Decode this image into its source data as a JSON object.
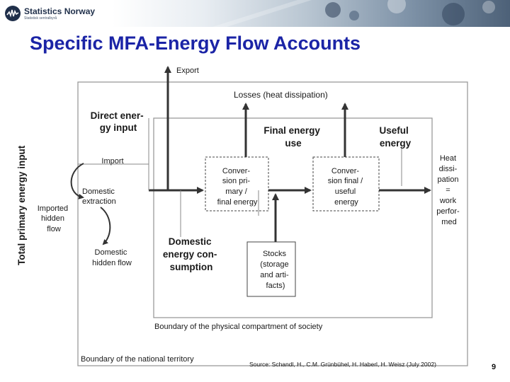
{
  "header": {
    "brand_name": "Statistics Norway",
    "brand_tagline": "Statistisk sentralbyrå",
    "title": "Specific MFA-Energy Flow Accounts"
  },
  "diagram": {
    "vertical_label": "Total primary energy input",
    "export": "Export",
    "losses": "Losses (heat dissipation)",
    "direct_energy_input": [
      "Direct ener-",
      "gy input"
    ],
    "final_energy_use": [
      "Final energy",
      "use"
    ],
    "useful_energy": [
      "Useful",
      "energy"
    ],
    "import": "Import",
    "domestic_extraction": [
      "Domestic",
      "extraction"
    ],
    "imported_hidden_flow": [
      "Imported",
      "hidden",
      "flow"
    ],
    "domestic_hidden_flow": [
      "Domestic",
      "hidden flow"
    ],
    "conversion_primary": [
      "Conver-",
      "sion pri-",
      "mary /",
      "final energy"
    ],
    "conversion_final": [
      "Conver-",
      "sion final /",
      "useful",
      "energy"
    ],
    "heat_dissipation": [
      "Heat",
      "dissi-",
      "pation",
      "=",
      "work",
      "perfor-",
      "med"
    ],
    "domestic_energy_consumption": [
      "Domestic",
      "energy con-",
      "sumption"
    ],
    "stocks": [
      "Stocks",
      "(storage",
      "and arti-",
      "facts)"
    ],
    "boundary_society": "Boundary of the physical compartment of society",
    "boundary_national": "Boundary of the national territory"
  },
  "footer": {
    "source": "Source: Schandl, H., C.M. Grünbühel, H. Haberl, H. Weisz (July 2002)",
    "page_number": "9"
  }
}
